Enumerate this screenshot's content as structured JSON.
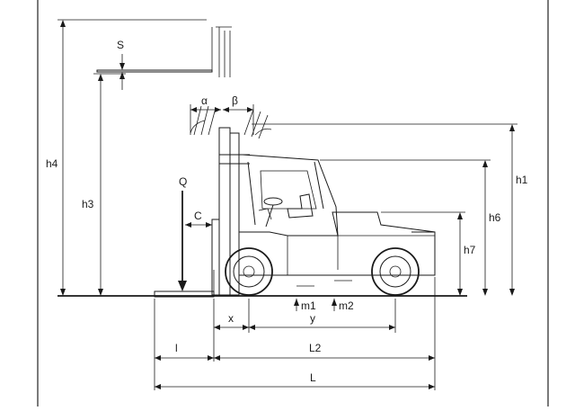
{
  "diagram": {
    "labels": {
      "s": "S",
      "alpha": "α",
      "beta": "β",
      "q": "Q",
      "c": "C",
      "h1": "h1",
      "h3": "h3",
      "h4": "h4",
      "h6": "h6",
      "h7": "h7",
      "m1": "m1",
      "m2": "m2",
      "x": "x",
      "y": "y",
      "l": "l",
      "l2": "L2",
      "l_total": "L"
    }
  }
}
